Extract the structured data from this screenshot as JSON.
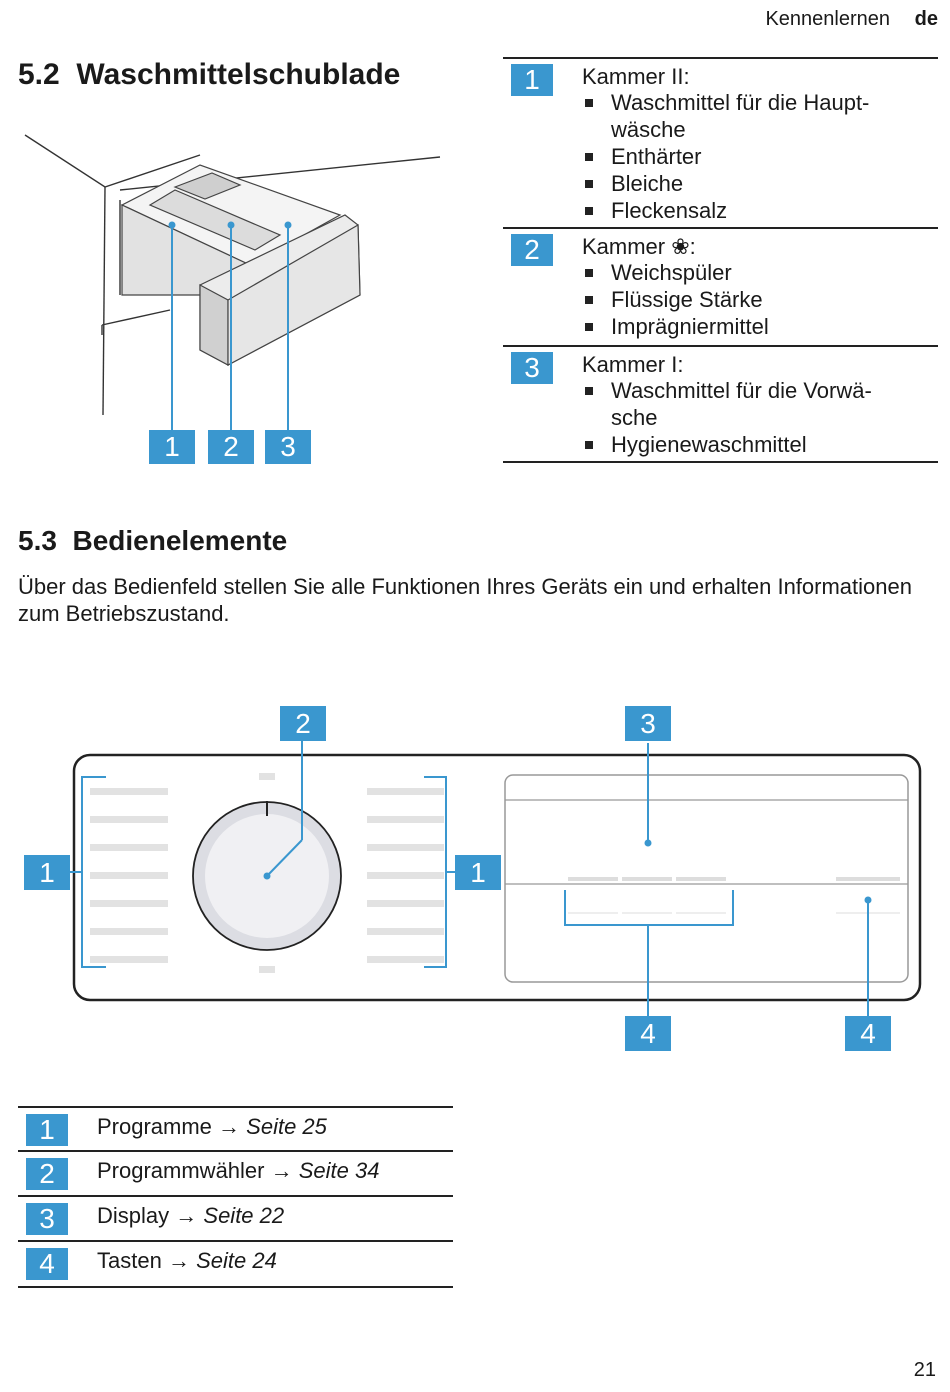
{
  "header": {
    "section": "Kennenlernen",
    "lang": "de"
  },
  "drawer": {
    "heading_num": "5.2",
    "heading": "Waschmittelschublade",
    "callouts": [
      "1",
      "2",
      "3"
    ],
    "chambers": [
      {
        "num": "1",
        "title": "Kammer II:",
        "items": [
          "Waschmittel für die Haupt-\nwäsche",
          "Enthärter",
          "Bleiche",
          "Fleckensalz"
        ]
      },
      {
        "num": "2",
        "title": "Kammer ❀:",
        "items": [
          "Weichspüler",
          "Flüssige Stärke",
          "Imprägniermittel"
        ]
      },
      {
        "num": "3",
        "title": "Kammer I:",
        "items": [
          "Waschmittel für die Vorwä-\nsche",
          "Hygienewaschmittel"
        ]
      }
    ]
  },
  "controls": {
    "heading_num": "5.3",
    "heading": "Bedienelemente",
    "intro": "Über das Bedienfeld stellen Sie alle Funktionen Ihres Geräts ein und erhalten Informationen zum Betriebszustand.",
    "panel_callouts": {
      "left": "1",
      "dial": "2",
      "right": "1",
      "display": "3",
      "buttons": "4",
      "button_single": "4"
    },
    "legend": [
      {
        "num": "1",
        "label": "Programme",
        "arrow": "→",
        "ref": "Seite 25"
      },
      {
        "num": "2",
        "label": "Programmwähler",
        "arrow": "→",
        "ref": "Seite 34"
      },
      {
        "num": "3",
        "label": "Display",
        "arrow": "→",
        "ref": "Seite 22"
      },
      {
        "num": "4",
        "label": "Tasten",
        "arrow": "→",
        "ref": "Seite 24"
      }
    ]
  },
  "page_number": "21",
  "colors": {
    "accent": "#3a97cf",
    "text": "#1a1a1a"
  }
}
